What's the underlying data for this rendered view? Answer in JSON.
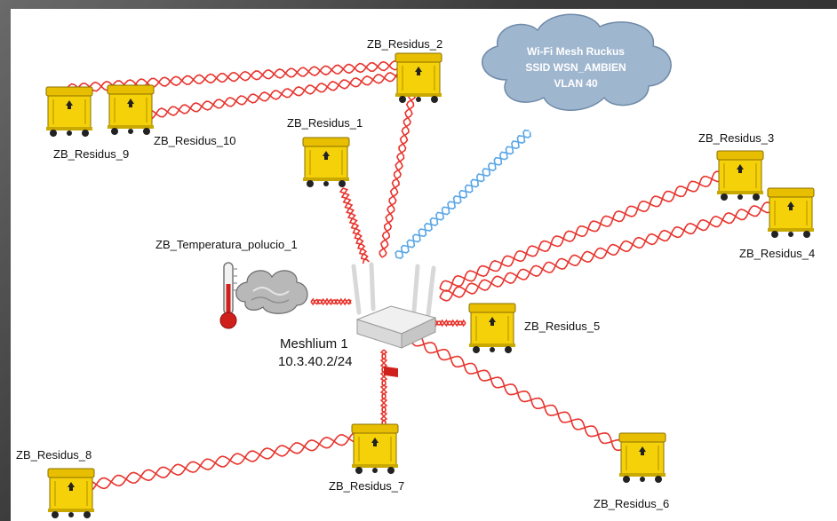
{
  "cloud": {
    "line1": "Wi-Fi Mesh Ruckus",
    "line2": "SSID WSN_AMBIEN",
    "line3": "VLAN 40"
  },
  "hub": {
    "name": "Meshlium 1",
    "ip": "10.3.40.2/24"
  },
  "sensor": {
    "label": "ZB_Temperatura_polucio_1"
  },
  "bins": {
    "b1": "ZB_Residus_1",
    "b2": "ZB_Residus_2",
    "b3": "ZB_Residus_3",
    "b4": "ZB_Residus_4",
    "b5": "ZB_Residus_5",
    "b6": "ZB_Residus_6",
    "b7": "ZB_Residus_7",
    "b8": "ZB_Residus_8",
    "b9": "ZB_Residus_9",
    "b10": "ZB_Residus_10"
  },
  "colors": {
    "link_red": "#e8332c",
    "link_blue": "#5aa6e6",
    "bin_yellow": "#f5d10a",
    "cloud_blue": "#9fb6cf"
  }
}
